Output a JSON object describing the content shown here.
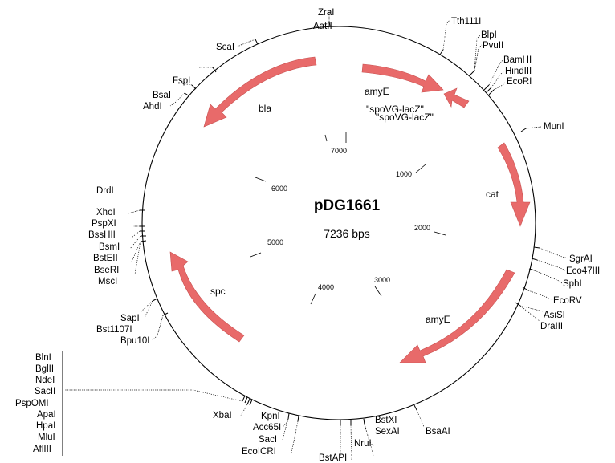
{
  "plasmid": {
    "name": "pDG1661",
    "size_label": "7236 bps"
  },
  "scale_ticks": [
    "1000",
    "2000",
    "3000",
    "4000",
    "5000",
    "6000",
    "7000"
  ],
  "features": {
    "bla": "bla",
    "amyE_top": "amyE",
    "spoVG_lacZ": "\"spoVG-lacZ\"",
    "cat": "cat",
    "amyE_bottom": "amyE",
    "spc": "spc"
  },
  "sites": {
    "ZraI": "ZraI",
    "AatII": "AatII",
    "Tth111I": "Tth111I",
    "BlpI": "BlpI",
    "PvuII": "PvuII",
    "BamHI": "BamHI",
    "HindIII": "HindIII",
    "EcoRI": "EcoRI",
    "MunI": "MunI",
    "SgrAI": "SgrAI",
    "Eco47III": "Eco47III",
    "SphI": "SphI",
    "EcoRV": "EcoRV",
    "AsiSI": "AsiSI",
    "DraIII": "DraIII",
    "BsaAI": "BsaAI",
    "BstXI": "BstXI",
    "SexAI": "SexAI",
    "NruI": "NruI",
    "BstAPI": "BstAPI",
    "KpnI": "KpnI",
    "Acc65I": "Acc65I",
    "SacI": "SacI",
    "EclCRI": "EcoICRI",
    "XbaI": "XbaI",
    "BlnI": "BlnI",
    "BglII": "BglII",
    "NdeI": "NdeI",
    "SacII": "SacII",
    "PspOMI": "PspOMI",
    "ApaI": "ApaI",
    "HpaI": "HpaI",
    "MluI": "MluI",
    "AflIII": "AflIII",
    "Bpu10I": "Bpu10I",
    "Bst1107I": "Bst1107I",
    "SapI": "SapI",
    "MscI": "MscI",
    "BseRI": "BseRI",
    "BstEII": "BstEII",
    "BsmI": "BsmI",
    "BssHII": "BssHII",
    "PspXI": "PspXI",
    "XhoI": "XhoI",
    "DrdI": "DrdI",
    "AhdI": "AhdI",
    "BsaI": "BsaI",
    "FspI": "FspI",
    "ScaI": "ScaI"
  },
  "colors": {
    "feature_arrow": "#e86a6a",
    "backbone": "#000000"
  }
}
